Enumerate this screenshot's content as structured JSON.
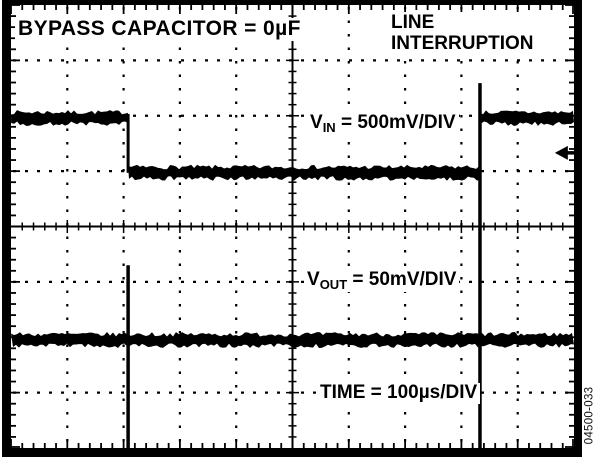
{
  "labels": {
    "title": "BYPASS CAPACITOR = 0µF",
    "annotation_line1": "LINE",
    "annotation_line2": "INTERRUPTION",
    "vin": {
      "base": "V",
      "sub": "IN",
      "rest": " = 500mV/DIV"
    },
    "vout": {
      "base": "V",
      "sub": "OUT",
      "rest": " = 50mV/DIV"
    },
    "time": "TIME = 100µs/DIV",
    "figure_number": "04500-033"
  },
  "chart_data": {
    "type": "line",
    "instrument": "oscilloscope",
    "title": "BYPASS CAPACITOR = 0µF",
    "annotation": "LINE INTERRUPTION",
    "time_scale": "100µs/DIV",
    "grid": {
      "style": "dotted",
      "center_lines": "solid-with-minor-ticks",
      "minor_ticks_per_div": 5
    },
    "divisions": {
      "x": 10,
      "y": 8
    },
    "series": [
      {
        "name": "VIN",
        "scale": "500mV/DIV",
        "high_level_div": 2.04,
        "low_level_div": 3.03,
        "fall_x_div": 2.08,
        "rise_x_div": 8.33,
        "rise_overshoot_top_div": 1.41,
        "description": "Input rail: high until line interruption at 2.08 div, drops 1 division (500mV), recovers at 8.33 div with overshoot spike"
      },
      {
        "name": "VOUT",
        "scale": "50mV/DIV",
        "level_div": 6.05,
        "glitches": [
          {
            "x_div": 2.08,
            "top_div": 4.7,
            "bottom_div": 8
          },
          {
            "x_div": 8.33,
            "top_div": 1.41,
            "bottom_div": 8
          }
        ],
        "description": "Regulated output: flat noisy band with narrow transient spikes at interruption start and recovery"
      }
    ],
    "trigger_marker": {
      "shape": "left-arrow",
      "x_div": 9.66,
      "y_div": 2.67
    }
  }
}
